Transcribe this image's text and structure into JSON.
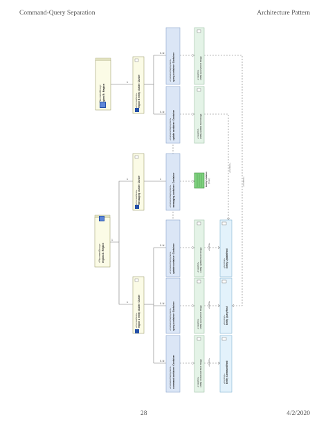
{
  "header": {
    "title": "Command-Query Separation",
    "category": "Architecture Pattern"
  },
  "footer": {
    "page": "28",
    "date": "4/2/2020"
  },
  "diagram": {
    "regions": [
      {
        "id": "region-a",
        "stereotype": "«PlacementGroup»",
        "name": "region A: Region"
      },
      {
        "id": "region-b",
        "stereotype": "«PlacementGroup»",
        "name": "region B: Region"
      }
    ],
    "clusters": [
      {
        "id": "cluster-1",
        "stereotype": "«ProcessBlock»",
        "name": "region A entity cluster: Cluster"
      },
      {
        "id": "cluster-2",
        "stereotype": "«ProcessBlock»",
        "name": "messaging cluster: Cluster"
      },
      {
        "id": "cluster-3",
        "stereotype": "«ProcessBlock»",
        "name": "region B entity cluster: Cluster"
      }
    ],
    "containers": [
      {
        "id": "c1",
        "stereotype": "«ContainerDeployment»",
        "name": "command container: Container"
      },
      {
        "id": "c2",
        "stereotype": "«ContainerDeployment»",
        "name": "query container: Container"
      },
      {
        "id": "c3",
        "stereotype": "«ContainerDeployment»",
        "name": "update container: Container"
      },
      {
        "id": "c4",
        "stereotype": "«ContainerDeployment»",
        "name": "messaging container: Container"
      },
      {
        "id": "c5",
        "stereotype": "«ContainerDeployment»",
        "name": "update container: Container"
      },
      {
        "id": "c6",
        "stereotype": "«ContainerDeployment»",
        "name": "query container: Container"
      }
    ],
    "images": [
      {
        "id": "i1",
        "stereotype": "«ImageRef»",
        "name": "entity command host image"
      },
      {
        "id": "i2",
        "stereotype": "«ImageRef»",
        "name": "entity query host image"
      },
      {
        "id": "i3",
        "stereotype": "«ImageRef»",
        "name": "entity update host image"
      },
      {
        "id": "i4",
        "stereotype": "«ImageRef»",
        "name": "entity update host image"
      },
      {
        "id": "i5",
        "stereotype": "«ImageRef»",
        "name": "entity query host image"
      }
    ],
    "entities": [
      {
        "id": "e1",
        "stereotype": "«Function»",
        "name": "Entity CommandHost"
      },
      {
        "id": "e2",
        "stereotype": "«Function»",
        "name": "Entity QueryHost"
      },
      {
        "id": "e3",
        "stereotype": "«Function»",
        "name": "Entity UpdateHost"
      }
    ],
    "topic": {
      "name": "Entity Updates",
      "sub": "(Topic)"
    },
    "multiplicities": {
      "one": "1",
      "many": "0..N"
    },
    "dependency_label": "«realize»",
    "long_dependency_label": "«manifest»"
  }
}
